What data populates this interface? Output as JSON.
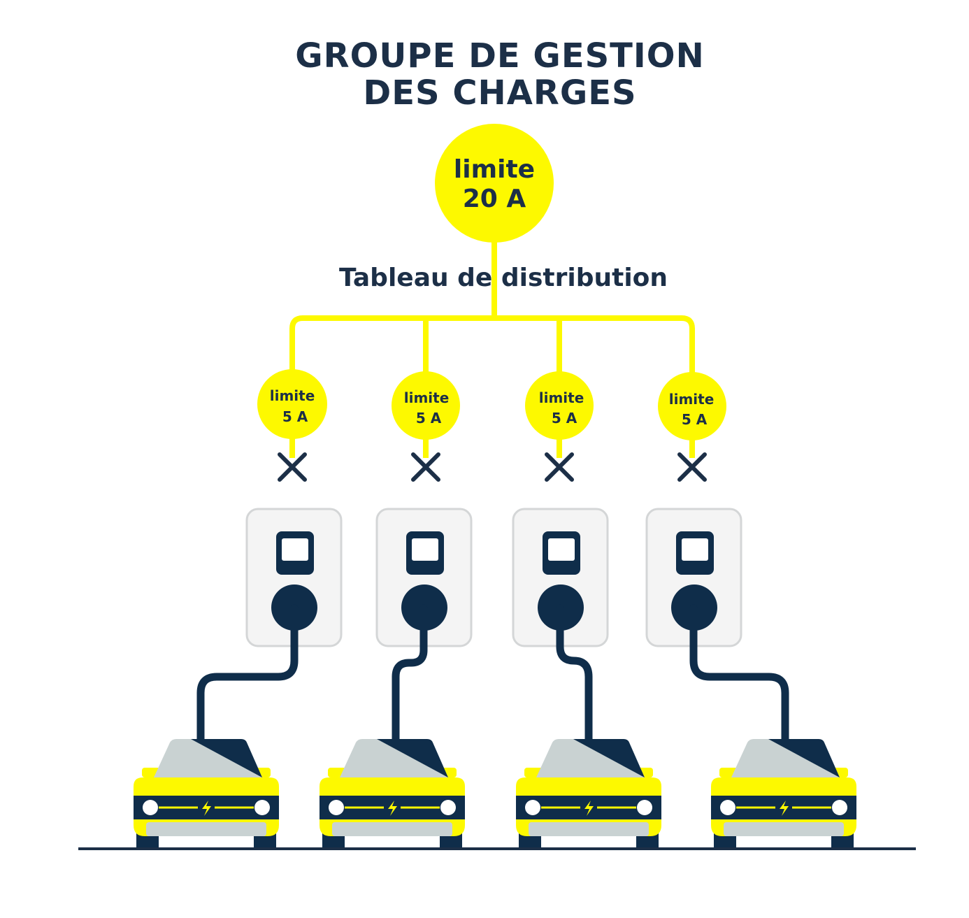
{
  "title": {
    "line1": "GROUPE DE GESTION",
    "line2": "DES CHARGES"
  },
  "main_breaker": {
    "label": "limite",
    "value": "20 A"
  },
  "distribution_panel": {
    "label": "Tableau de distribution"
  },
  "branches": [
    {
      "label": "limite",
      "value": "5 A"
    },
    {
      "label": "limite",
      "value": "5 A"
    },
    {
      "label": "limite",
      "value": "5 A"
    },
    {
      "label": "limite",
      "value": "5 A"
    }
  ],
  "colors": {
    "navy": "#1c2f47",
    "dark_blue": "#0f2d4a",
    "yellow": "#fdf900",
    "charger_fill": "#f4f4f4",
    "charger_outline": "#d4d6d7",
    "windshield": "#c9d2d2",
    "white": "#ffffff"
  }
}
